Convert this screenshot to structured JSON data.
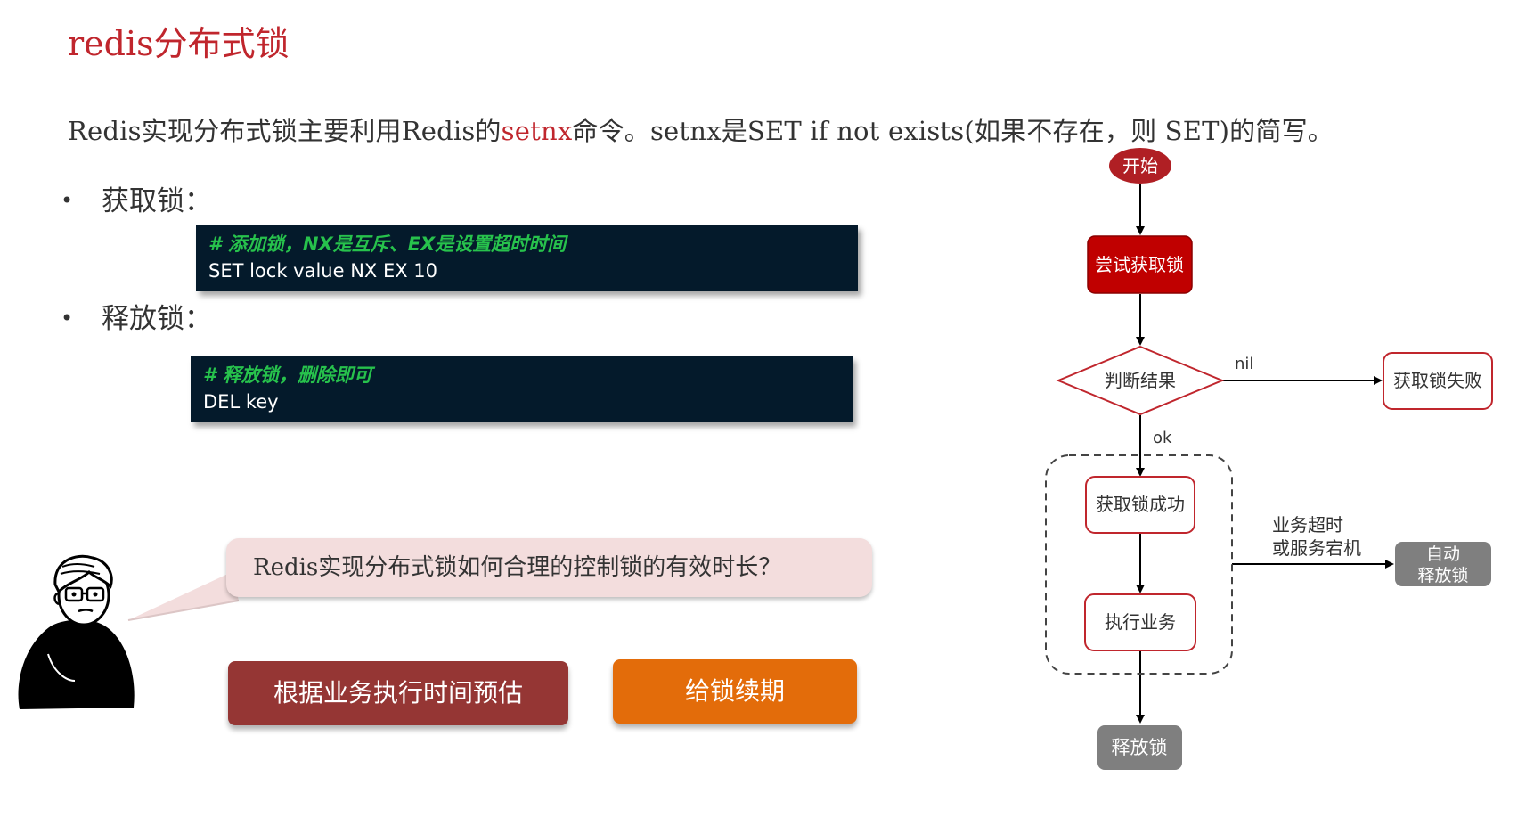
{
  "title": "redis分布式锁",
  "intro": {
    "before": "Redis实现分布式锁主要利用Redis的",
    "highlight": "setnx",
    "after": "命令。setnx是SET if not exists(如果不存在，则 SET)的简写。"
  },
  "bullets": {
    "acquire_label": "获取锁：",
    "release_label": "释放锁："
  },
  "code_acquire": {
    "comment": "# 添加锁，NX是互斥、EX是设置超时时间",
    "command": "SET lock value NX EX 10"
  },
  "code_release": {
    "comment": "# 释放锁，删除即可",
    "command": "DEL key"
  },
  "question": "Redis实现分布式锁如何合理的控制锁的有效时长？",
  "answers": {
    "option_a": "根据业务执行时间预估",
    "option_b": "给锁续期"
  },
  "flow": {
    "start": "开始",
    "try_acquire": "尝试获取锁",
    "judge": "判断结果",
    "nil_label": "nil",
    "fail": "获取锁失败",
    "ok_label": "ok",
    "success": "获取锁成功",
    "execute": "执行业务",
    "timeout_line1": "业务超时",
    "timeout_line2": "或服务宕机",
    "auto_release_line1": "自动",
    "auto_release_line2": "释放锁",
    "release": "释放锁"
  },
  "colors": {
    "title": "#c0262d",
    "start_node": "#b01f24",
    "try_node": "#c00000",
    "node_border": "#c0262d",
    "gray_node": "#7f7f7f",
    "code_bg": "#041a2b",
    "code_comment": "#27c24c",
    "bubble_bg": "#f3dddd",
    "button_a": "#953634",
    "button_b": "#e36c0a"
  }
}
